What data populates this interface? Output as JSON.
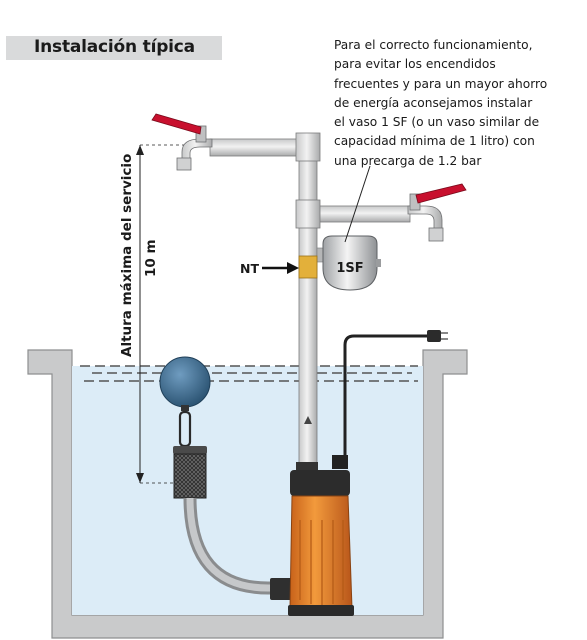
{
  "title": "Instalación típica",
  "note_lines": [
    "Para el correcto funcionamiento,",
    "para evitar los encendidos",
    "frecuentes y para un mayor ahorro",
    "de energía aconsejamos instalar",
    "el vaso 1 SF (o un vaso similar de",
    "capacidad mínima de 1 litro) con",
    "una precarga de 1.2 bar"
  ],
  "labels": {
    "service_height": "Altura máxima del servicio",
    "height_value": "10 m",
    "nt": "NT",
    "vessel": "1SF"
  },
  "colors": {
    "water": "#dcecf7",
    "wall": "#c9cacb",
    "pump": "#e87d1e",
    "valve_handle": "#c8102e",
    "float": "#3b6a8f"
  }
}
